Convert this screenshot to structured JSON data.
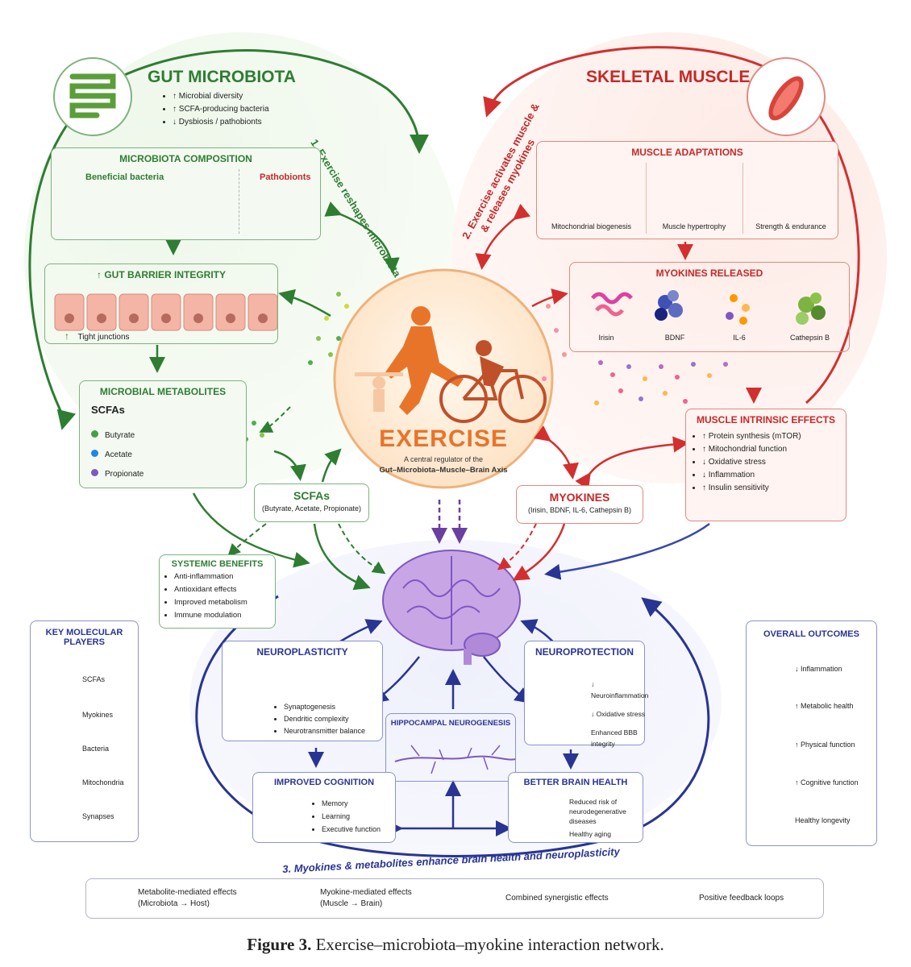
{
  "gut": {
    "title": "GUT MICROBIOTA",
    "bullets": [
      "↑ Microbial diversity",
      "↑ SCFA-producing bacteria",
      "↓ Dysbiosis / pathobionts"
    ],
    "composition_title": "MICROBIOTA COMPOSITION",
    "beneficial": "Beneficial bacteria",
    "pathobionts": "Pathobionts",
    "barrier_title": "↑ GUT BARRIER INTEGRITY",
    "tight_junctions": "Tight junctions",
    "metabolites_title": "MICROBIAL METABOLITES",
    "scfas_heading": "SCFAs",
    "scfa_items": [
      "Butyrate",
      "Acetate",
      "Propionate"
    ]
  },
  "muscle": {
    "title": "SKELETAL MUSCLE",
    "adaptations_title": "MUSCLE ADAPTATIONS",
    "adaptations": [
      "Mitochondrial biogenesis",
      "Muscle hypertrophy",
      "Strength & endurance"
    ],
    "myokines_title": "MYOKINES RELEASED",
    "myokines": [
      "Irisin",
      "BDNF",
      "IL-6",
      "Cathepsin B"
    ],
    "intrinsic_title": "MUSCLE INTRINSIC EFFECTS",
    "intrinsic": [
      "↑ Protein synthesis (mTOR)",
      "↑ Mitochondrial function",
      "↓ Oxidative stress",
      "↓ Inflammation",
      "↑ Insulin sensitivity"
    ]
  },
  "arrows_text": {
    "step1": "1. Exercise reshapes microbiota",
    "step2_line1": "2. Exercise activates muscle &",
    "step2_line2": "& releases myokines",
    "step3": "3. Myokines & metabolites enhance brain health and neuroplasticity"
  },
  "exercise": {
    "title": "EXERCISE",
    "subtitle_line1": "A central regulator of the",
    "subtitle_line2": "Gut–Microbiota–Muscle–Brain Axis"
  },
  "scfas_center": {
    "title": "SCFAs",
    "sub": "(Butyrate, Acetate, Propionate)"
  },
  "myokines_center": {
    "title": "MYOKINES",
    "sub": "(Irisin, BDNF, IL-6, Cathepsin B)"
  },
  "systemic": {
    "title": "SYSTEMIC BENEFITS",
    "items": [
      "Anti-inflammation",
      "Antioxidant effects",
      "Improved metabolism",
      "Immune modulation"
    ]
  },
  "key": {
    "title_line1": "KEY MOLECULAR",
    "title_line2": "PLAYERS",
    "items": [
      "SCFAs",
      "Myokines",
      "Bacteria",
      "Mitochondria",
      "Synapses"
    ]
  },
  "neuroplasticity": {
    "title": "NEUROPLASTICITY",
    "items": [
      "Synaptogenesis",
      "Dendritic complexity",
      "Neurotransmitter balance"
    ]
  },
  "neuroprotection": {
    "title": "NEUROPROTECTION",
    "items": [
      "↓ Neuroinflammation",
      "↓ Oxidative stress",
      "Enhanced BBB",
      "integrity"
    ]
  },
  "hippocampal": {
    "title": "HIPPOCAMPAL NEUROGENESIS"
  },
  "cognition": {
    "title": "IMPROVED COGNITION",
    "items": [
      "Memory",
      "Learning",
      "Executive function"
    ]
  },
  "brain_health": {
    "title": "BETTER BRAIN HEALTH",
    "items": [
      "Reduced risk of",
      "neurodegenerative",
      "diseases",
      "Healthy aging"
    ]
  },
  "outcomes": {
    "title": "OVERALL OUTCOMES",
    "items": [
      "↓ Inflammation",
      "↑ Metabolic health",
      "↑ Physical function",
      "↑ Cognitive function",
      "Healthy longevity"
    ]
  },
  "legend": {
    "metabolite_line1": "Metabolite-mediated effects",
    "metabolite_line2": "(Microbiota → Host)",
    "myokine_line1": "Myokine-mediated effects",
    "myokine_line2": "(Muscle → Brain)",
    "combined": "Combined synergistic effects",
    "feedback": "Positive feedback loops"
  },
  "caption": {
    "label": "Figure 3.",
    "text": " Exercise–microbiota–myokine interaction network."
  },
  "colors": {
    "green": "#2e7d32",
    "red": "#d32f2f",
    "blue": "#283593",
    "purple": "#6a3fa0",
    "orange": "#e8742a"
  }
}
